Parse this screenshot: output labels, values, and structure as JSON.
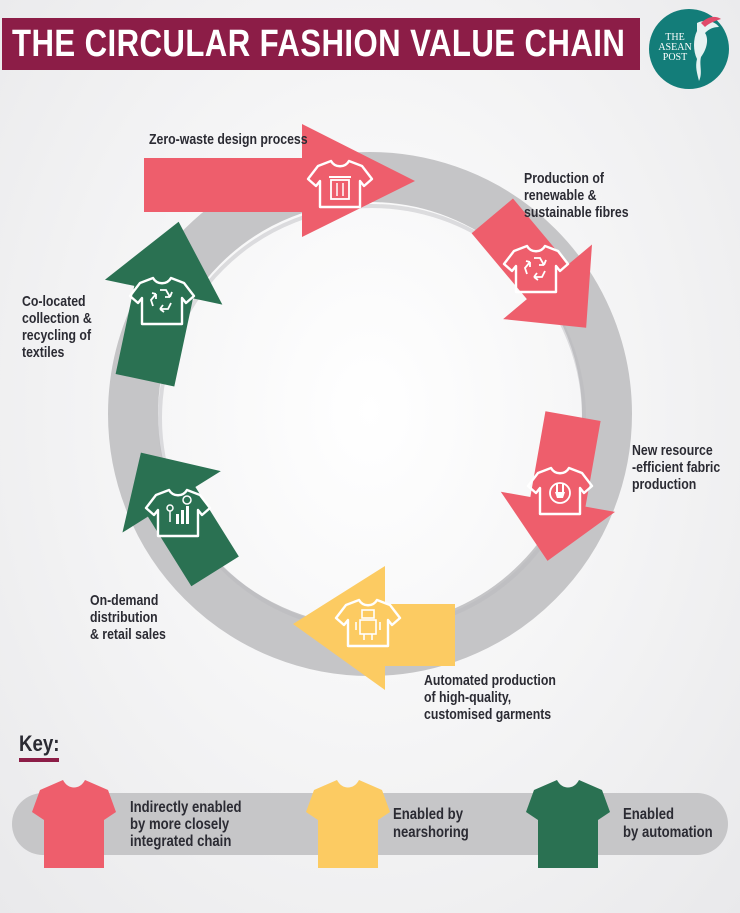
{
  "title": "THE CIRCULAR FASHION VALUE CHAIN",
  "logo": {
    "line1": "THE",
    "line2": "ASEAN",
    "line3": "POST"
  },
  "steps": [
    {
      "label": "Zero-waste design process",
      "icon": "trash-bin-icon",
      "category": "indirect"
    },
    {
      "label": "Production of\nrenewable &\nsustainable fibres",
      "icon": "recycle-icon",
      "category": "indirect"
    },
    {
      "label": "New resource\n-efficient fabric\nproduction",
      "icon": "plug-icon",
      "category": "indirect"
    },
    {
      "label": "Automated production\nof high-quality,\ncustomised garments",
      "icon": "robot-icon",
      "category": "nearshoring"
    },
    {
      "label": "On-demand\ndistribution\n& retail sales",
      "icon": "growth-chart-icon",
      "category": "automation"
    },
    {
      "label": "Co-located\ncollection &\nrecycling of\ntextiles",
      "icon": "recycle-icon",
      "category": "automation"
    }
  ],
  "key": {
    "title": "Key:",
    "items": [
      {
        "label": "Indirectly enabled\nby more closely\nintegrated chain",
        "color": "#ee5e6c"
      },
      {
        "label": "Enabled by\nnearshoring",
        "color": "#fccb62"
      },
      {
        "label": "Enabled\nby automation",
        "color": "#2a7152"
      }
    ]
  },
  "colors": {
    "title_bg": "#8c1d47",
    "ring": "#c5c5c7",
    "pink": "#ee5e6c",
    "yellow": "#fccb62",
    "green": "#2a7152",
    "logo_bg": "#137d79"
  }
}
